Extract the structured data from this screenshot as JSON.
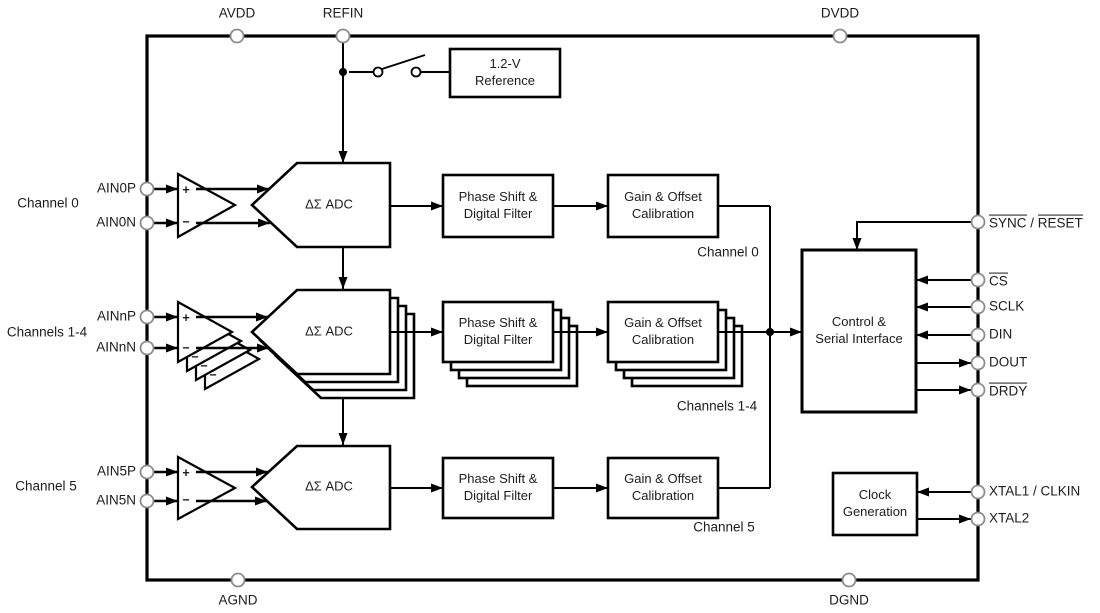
{
  "pins": {
    "top": [
      "AVDD",
      "REFIN",
      "DVDD"
    ],
    "bottom": [
      "AGND",
      "DGND"
    ],
    "right": {
      "sync": "SYNC",
      "sync_sep": " / ",
      "reset": "RESET",
      "cs": "CS",
      "sclk": "SCLK",
      "din": "DIN",
      "dout": "DOUT",
      "drdy": "DRDY",
      "xtal1": "XTAL1 / CLKIN",
      "xtal2": "XTAL2"
    }
  },
  "rows": [
    {
      "left_label": "Channel 0",
      "pin_p": "AIN0P",
      "pin_n": "AIN0N",
      "plus": "+",
      "minus": "−",
      "adc": "ΔΣ ADC",
      "filter_l1": "Phase Shift &",
      "filter_l2": "Digital Filter",
      "cal_l1": "Gain & Offset",
      "cal_l2": "Calibration",
      "out_label": "Channel 0"
    },
    {
      "left_label": "Channels 1-4",
      "pin_p": "AINnP",
      "pin_n": "AINnN",
      "plus": "+",
      "minus": "−",
      "adc": "ΔΣ ADC",
      "filter_l1": "Phase Shift &",
      "filter_l2": "Digital Filter",
      "cal_l1": "Gain & Offset",
      "cal_l2": "Calibration",
      "out_label": "Channels 1-4"
    },
    {
      "left_label": "Channel 5",
      "pin_p": "AIN5P",
      "pin_n": "AIN5N",
      "plus": "+",
      "minus": "−",
      "adc": "ΔΣ ADC",
      "filter_l1": "Phase Shift &",
      "filter_l2": "Digital Filter",
      "cal_l1": "Gain & Offset",
      "cal_l2": "Calibration",
      "out_label": "Channel 5"
    }
  ],
  "blocks": {
    "reference_l1": "1.2-V",
    "reference_l2": "Reference",
    "control_l1": "Control &",
    "control_l2": "Serial Interface",
    "clock_l1": "Clock",
    "clock_l2": "Generation"
  },
  "colors": {
    "line": "#000000",
    "pin_outline": "#8c8c8c",
    "background": "#ffffff"
  }
}
